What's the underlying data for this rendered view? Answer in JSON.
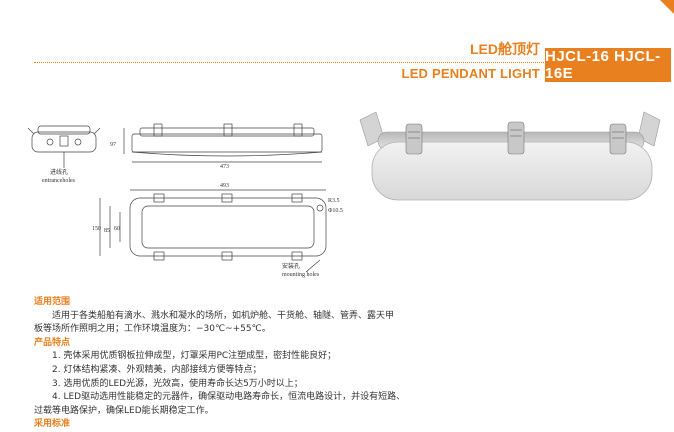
{
  "header": {
    "title_cn": "LED舱顶灯",
    "title_en": "LED PENDANT LIGHT",
    "model": "HJCL-16  HJCL-16E"
  },
  "drawing": {
    "dim_width": "473",
    "dim_width_top": "493",
    "dim_height": "97",
    "dim_depth": "150",
    "dim_85": "85",
    "dim_60": "60",
    "dim_r": "R3.5",
    "dim_phi": "Φ10.5",
    "entrance_cn": "进线孔",
    "entrance_en": "entranceholes",
    "mount_cn": "安装孔",
    "mount_en": "mounting holes"
  },
  "sections": {
    "apply_heading": "适用范围",
    "apply_line1": "适用于各类船舶有滴水、溅水和凝水的场所，如机炉舱、干货舱、轴隧、管弄、露天甲",
    "apply_line2": "板等场所作照明之用；工作环境温度为：−30℃~+55℃。",
    "feature_heading": "产品特点",
    "feature_1": "1. 壳体采用优质钢板拉伸成型，灯罩采用PC注塑成型，密封性能良好；",
    "feature_2": "2. 灯体结构紧凑、外观精美，内部接线方便等特点；",
    "feature_3": "3. 选用优质的LED光源，光效高，使用寿命长达5万小时以上；",
    "feature_4a": "4. LED驱动选用性能稳定的元器件，确保驱动电路寿命长，恒流电路设计，并设有短路、",
    "feature_4b": "过载等电路保护，确保LED能长期稳定工作。",
    "standard_heading": "采用标准"
  }
}
